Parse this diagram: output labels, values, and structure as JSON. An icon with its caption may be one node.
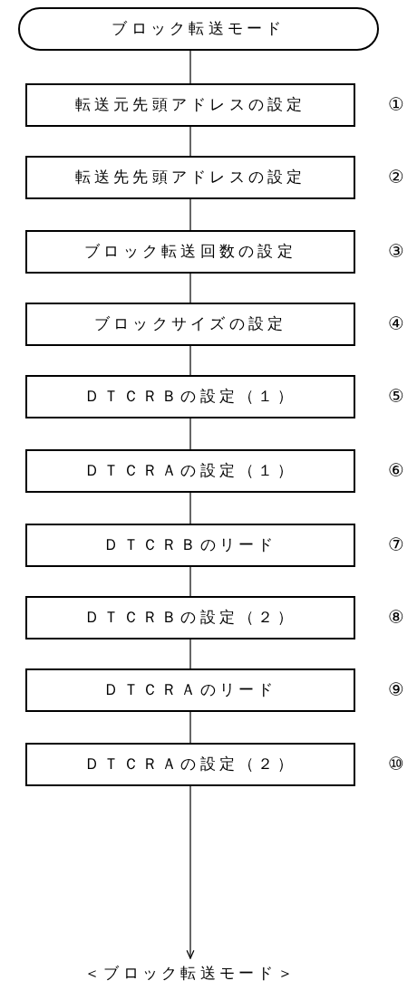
{
  "diagram": {
    "nodes": [
      {
        "text": [
          "ブロック転送モード"
        ]
      },
      {
        "text": [
          "転送元先頭アドレスの設定"
        ],
        "beside": [
          "①"
        ]
      },
      {
        "text": [
          "転送先先頭アドレスの設定"
        ],
        "beside": [
          "②"
        ]
      },
      {
        "text": [
          "ブロック転送回数の設定"
        ],
        "beside": [
          "③"
        ]
      },
      {
        "text": [
          "ブロックサイズの設定"
        ],
        "beside": [
          "④"
        ]
      },
      {
        "text": [
          "ＤＴＣＲＢの設定（１）"
        ],
        "beside": [
          "⑤"
        ]
      },
      {
        "text": [
          "ＤＴＣＲＡの設定（１）"
        ],
        "beside": [
          "⑥"
        ]
      },
      {
        "text": [
          "ＤＴＣＲＢのリード"
        ],
        "beside": [
          "⑦"
        ]
      },
      {
        "text": [
          "ＤＴＣＲＢの設定（２）"
        ],
        "beside": [
          "⑧"
        ]
      },
      {
        "text": [
          "ＤＴＣＲＡのリード"
        ],
        "beside": [
          "⑨"
        ]
      },
      {
        "text": [
          "ＤＴＣＲＡの設定（２）"
        ],
        "beside": [
          "⑩"
        ]
      },
      {
        "text": [
          "＜ブロック転送モード＞"
        ]
      }
    ],
    "edges": [
      {
        "from": 0,
        "to": 1,
        "arrow": "none"
      },
      {
        "from": 1,
        "to": 2,
        "arrow": "none"
      },
      {
        "from": 2,
        "to": 3,
        "arrow": "none"
      },
      {
        "from": 3,
        "to": 4,
        "arrow": "none"
      },
      {
        "from": 4,
        "to": 5,
        "arrow": "none"
      },
      {
        "from": 5,
        "to": 6,
        "arrow": "none"
      },
      {
        "from": 6,
        "to": 7,
        "arrow": "none"
      },
      {
        "from": 7,
        "to": 8,
        "arrow": "none"
      },
      {
        "from": 8,
        "to": 9,
        "arrow": "none"
      },
      {
        "from": 9,
        "to": 10,
        "arrow": "none"
      },
      {
        "from": 10,
        "to": 11,
        "arrow": "to"
      }
    ]
  }
}
